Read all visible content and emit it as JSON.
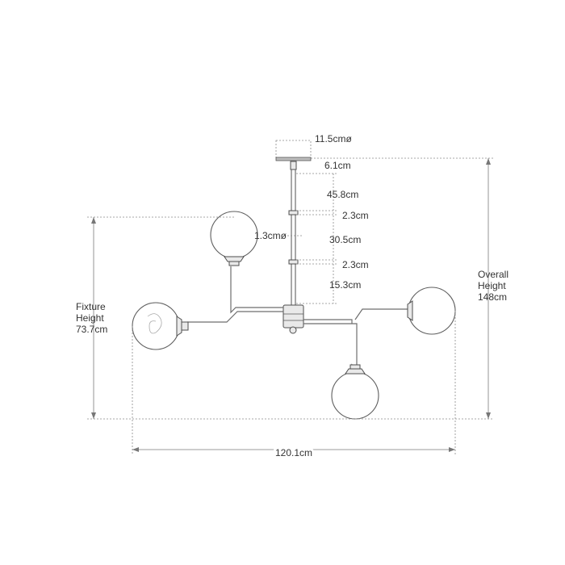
{
  "dimensions": {
    "canopy_diameter": "11.5cmø",
    "canopy_height": "6.1cm",
    "rod_upper": "45.8cm",
    "coupling_upper": "2.3cm",
    "rod_diameter": "1.3cmø",
    "rod_middle": "30.5cm",
    "coupling_lower": "2.3cm",
    "rod_lower": "15.3cm",
    "fixture_height": {
      "line1": "Fixture",
      "line2": "Height",
      "value": "73.7cm"
    },
    "overall_height": {
      "line1": "Overall",
      "line2": "Height",
      "value": "148cm"
    },
    "overall_width": "120.1cm"
  },
  "colors": {
    "line": "#7a7a7a",
    "text": "#333333",
    "fixture": "#5e5e5e"
  }
}
